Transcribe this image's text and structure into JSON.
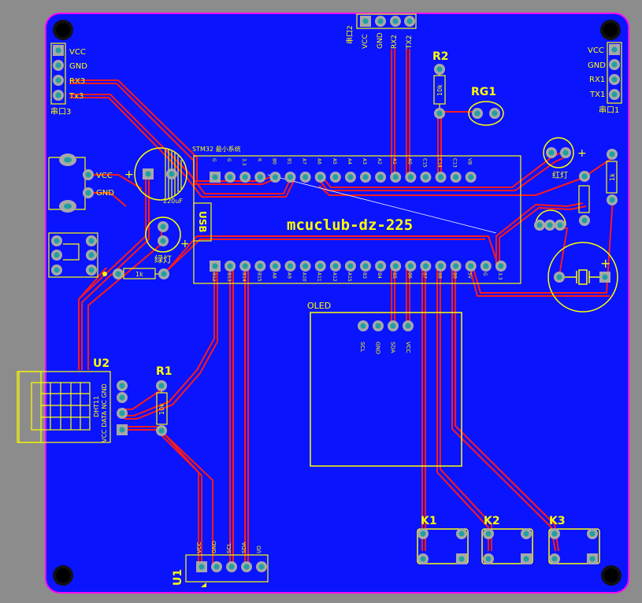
{
  "board": {
    "title": "mcuclub-dz-225",
    "colors": {
      "background": "#8c8c8c",
      "board_fill": "#0a14ff",
      "outline": "#ff00ff",
      "trace": "#ff1a1a",
      "silkscreen": "#ffff00",
      "pad_copper": "#a8a8a8",
      "pad_hole": "#20a0a0"
    }
  },
  "headers": {
    "uart3": {
      "pins": [
        "VCC",
        "GND",
        "RX3",
        "Tx3"
      ],
      "ref": "串口3"
    },
    "uart2": {
      "pins": [
        "VCC",
        "GND",
        "RX2",
        "TX2"
      ],
      "ref": "串口2"
    },
    "uart1": {
      "pins": [
        "VCC",
        "GND",
        "RX1",
        "TX1"
      ],
      "ref": "串口1"
    },
    "left_power": {
      "pins": [
        "VCC",
        "GND"
      ]
    }
  },
  "components": {
    "r2": "R2",
    "r2_value": "10k",
    "rg1": "RG1",
    "r1": "R1",
    "r1_value": "10k",
    "u2": "U2",
    "u2_pins": "VCC DATA NC GND",
    "u2_name": "DHT11",
    "u1": "U1",
    "u1_pins": [
      "VCC",
      "GND",
      "SCL",
      "SDA",
      "I/O"
    ],
    "oled": "OLED",
    "oled_pins": [
      "SCL",
      "GND",
      "SDA",
      "VCC"
    ],
    "k1": "K1",
    "k2": "K2",
    "k3": "K3",
    "cap_value": "220uF",
    "green_led": "绿灯",
    "red_led": "红灯",
    "res_1k": "1k",
    "res_1k_right": "1k",
    "usb": "USB",
    "mcu_label": "STM32 最小系统",
    "plus_sign": "+"
  },
  "mcu": {
    "top_pins": [
      "G",
      "G",
      "3.3",
      "R",
      "B0",
      "B1",
      "A7",
      "A6",
      "A5",
      "A4",
      "A3",
      "A2",
      "A1",
      "A0",
      "C15",
      "C14",
      "C13",
      "VB"
    ],
    "bottom_pins": [
      "B12",
      "B13",
      "B14",
      "B15",
      "A8",
      "A9",
      "A10",
      "A11",
      "A12",
      "A15",
      "B3",
      "B4",
      "B5",
      "B6",
      "B7",
      "B8",
      "B9",
      "5V",
      "G",
      "3.3"
    ]
  }
}
